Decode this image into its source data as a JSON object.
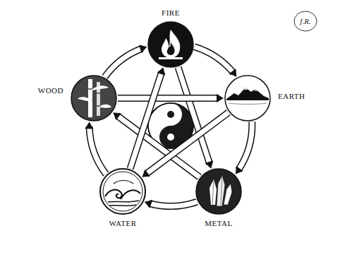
{
  "diagram": {
    "nodes": [
      {
        "text": [
          "FIRE"
        ]
      },
      {
        "text": [
          "EARTH"
        ]
      },
      {
        "text": [
          "METAL"
        ]
      },
      {
        "text": [
          "WATER"
        ]
      },
      {
        "text": [
          "WOOD"
        ]
      }
    ],
    "edges": [
      {
        "from": 0,
        "to": 1,
        "arrow": "to"
      },
      {
        "from": 1,
        "to": 2,
        "arrow": "to"
      },
      {
        "from": 2,
        "to": 3,
        "arrow": "to"
      },
      {
        "from": 3,
        "to": 4,
        "arrow": "to"
      },
      {
        "from": 4,
        "to": 0,
        "arrow": "to"
      },
      {
        "from": 0,
        "to": 2,
        "arrow": "to"
      },
      {
        "from": 2,
        "to": 4,
        "arrow": "to"
      },
      {
        "from": 4,
        "to": 1,
        "arrow": "to"
      },
      {
        "from": 1,
        "to": 3,
        "arrow": "to"
      },
      {
        "from": 3,
        "to": 0,
        "arrow": "to"
      }
    ],
    "labels": [
      "f.R."
    ]
  }
}
